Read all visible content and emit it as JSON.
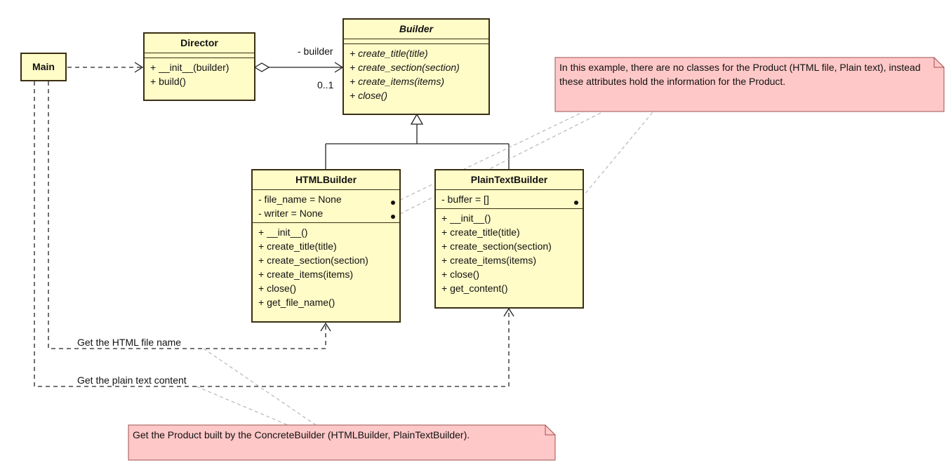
{
  "classes": {
    "main": {
      "name": "Main"
    },
    "director": {
      "name": "Director",
      "methods": [
        "+ __init__(builder)",
        "+ build()"
      ]
    },
    "builder": {
      "name": "Builder",
      "methods": [
        "+ create_title(title)",
        "+ create_section(section)",
        "+ create_items(items)",
        "+ close()"
      ]
    },
    "html_builder": {
      "name": "HTMLBuilder",
      "attributes": [
        "- file_name = None",
        "- writer = None"
      ],
      "methods": [
        "+ __init__()",
        "+ create_title(title)",
        "+ create_section(section)",
        "+ create_items(items)",
        "+ close()",
        "+ get_file_name()"
      ]
    },
    "plain_text_builder": {
      "name": "PlainTextBuilder",
      "attributes": [
        "- buffer = []"
      ],
      "methods": [
        "+ __init__()",
        "+ create_title(title)",
        "+ create_section(section)",
        "+ create_items(items)",
        "+ close()",
        "+ get_content()"
      ]
    }
  },
  "association": {
    "role": "- builder",
    "multiplicity": "0..1"
  },
  "dependency_labels": {
    "html": "Get the HTML file name",
    "plain": "Get the plain text content"
  },
  "notes": {
    "product_attributes": "In this example, there are no classes for the Product (HTML file, Plain text), instead these attributes hold the information for the Product.",
    "product_built": "Get the Product built by the ConcreteBuilder (HTMLBuilder, PlainTextBuilder)."
  },
  "colors": {
    "class_fill": "#fffcc8",
    "class_border": "#3a2e12",
    "note_fill": "#ffc8c8",
    "note_border": "#a05050",
    "line": "#222222",
    "note_link": "#aaaaaa"
  }
}
